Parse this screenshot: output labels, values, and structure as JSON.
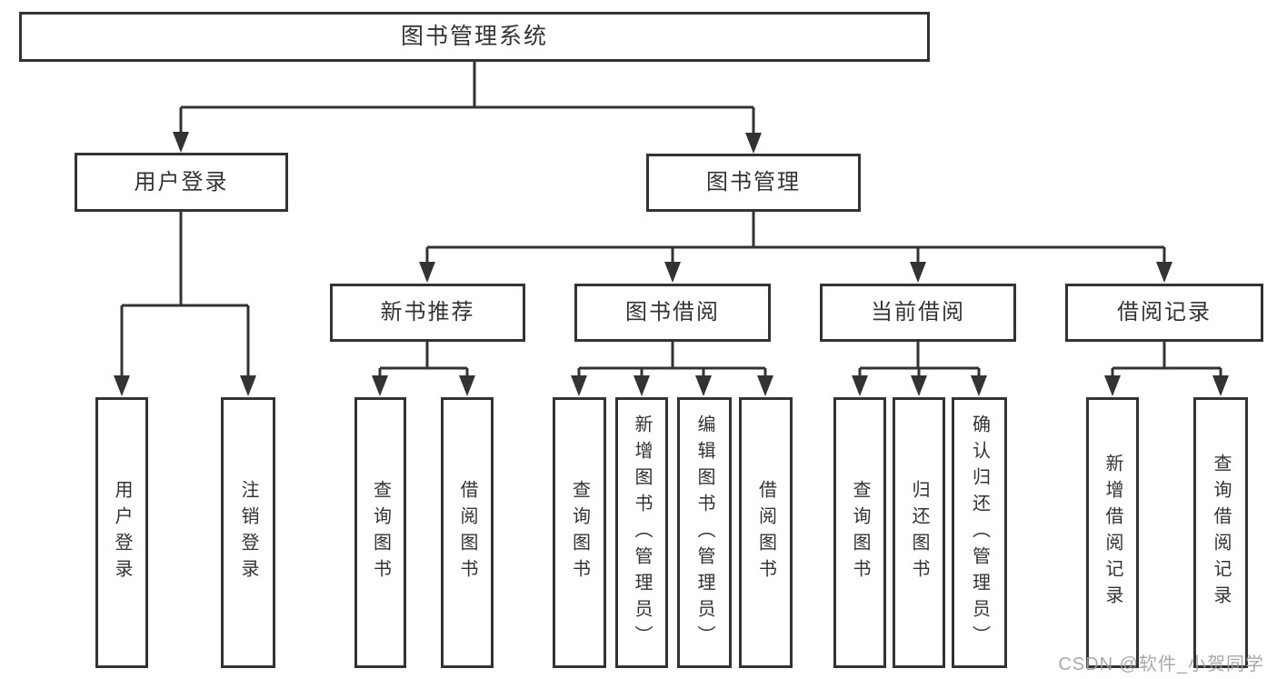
{
  "diagram_type": "hierarchy-tree",
  "colors": {
    "line": "#333333",
    "box_border": "#333333",
    "text": "#333333",
    "watermark_text": "#9e9e9e",
    "background": "#ffffff"
  },
  "tree": {
    "root": {
      "label": "图书管理系统",
      "children": [
        {
          "label": "用户登录",
          "children": [
            {
              "label": "用户登录"
            },
            {
              "label": "注销登录"
            }
          ]
        },
        {
          "label": "图书管理",
          "children": [
            {
              "label": "新书推荐",
              "children": [
                {
                  "label": "查询图书"
                },
                {
                  "label": "借阅图书"
                }
              ]
            },
            {
              "label": "图书借阅",
              "children": [
                {
                  "label": "查询图书"
                },
                {
                  "label": "新增图书（管理员）"
                },
                {
                  "label": "编辑图书（管理员）"
                },
                {
                  "label": "借阅图书"
                }
              ]
            },
            {
              "label": "当前借阅",
              "children": [
                {
                  "label": "查询图书"
                },
                {
                  "label": "归还图书"
                },
                {
                  "label": "确认归还（管理员）"
                }
              ]
            },
            {
              "label": "借阅记录",
              "children": [
                {
                  "label": "新增借阅记录"
                },
                {
                  "label": "查询借阅记录"
                }
              ]
            }
          ]
        }
      ]
    }
  },
  "watermark": {
    "text": "CSDN @软件_小贺同学"
  }
}
